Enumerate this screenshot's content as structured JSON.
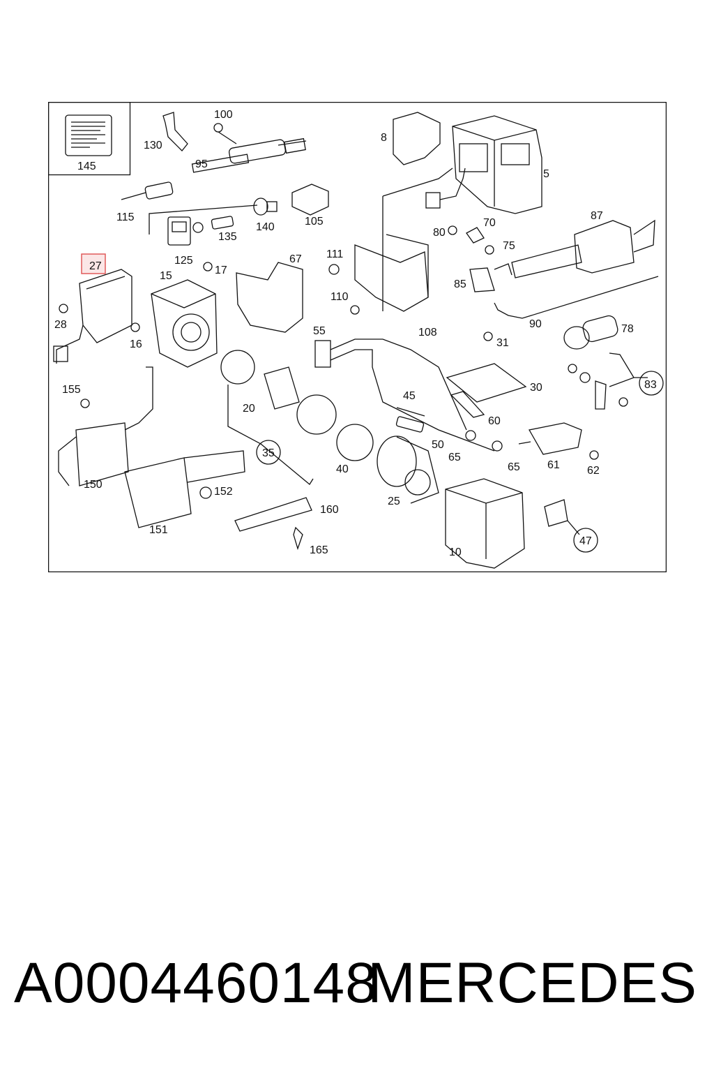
{
  "diagram": {
    "highlight_color": "#e05a5a",
    "callouts": [
      {
        "id": "c145",
        "text": "145"
      },
      {
        "id": "c130",
        "text": "130"
      },
      {
        "id": "c100",
        "text": "100"
      },
      {
        "id": "c95",
        "text": "95"
      },
      {
        "id": "c115",
        "text": "115"
      },
      {
        "id": "c125",
        "text": "125"
      },
      {
        "id": "c135",
        "text": "135"
      },
      {
        "id": "c140",
        "text": "140"
      },
      {
        "id": "c105",
        "text": "105"
      },
      {
        "id": "c8",
        "text": "8"
      },
      {
        "id": "c5",
        "text": "5"
      },
      {
        "id": "c87",
        "text": "87"
      },
      {
        "id": "c80",
        "text": "80"
      },
      {
        "id": "c70",
        "text": "70"
      },
      {
        "id": "c75",
        "text": "75"
      },
      {
        "id": "c85",
        "text": "85"
      },
      {
        "id": "c90",
        "text": "90"
      },
      {
        "id": "c78",
        "text": "78"
      },
      {
        "id": "c27",
        "text": "27"
      },
      {
        "id": "c15",
        "text": "15"
      },
      {
        "id": "c17",
        "text": "17"
      },
      {
        "id": "c67",
        "text": "67"
      },
      {
        "id": "c111",
        "text": "111"
      },
      {
        "id": "c110",
        "text": "110"
      },
      {
        "id": "c108",
        "text": "108"
      },
      {
        "id": "c28",
        "text": "28"
      },
      {
        "id": "c16",
        "text": "16"
      },
      {
        "id": "c55",
        "text": "55"
      },
      {
        "id": "c31",
        "text": "31"
      },
      {
        "id": "c83",
        "text": "83"
      },
      {
        "id": "c30",
        "text": "30"
      },
      {
        "id": "c155",
        "text": "155"
      },
      {
        "id": "c20",
        "text": "20"
      },
      {
        "id": "c45",
        "text": "45"
      },
      {
        "id": "c60",
        "text": "60"
      },
      {
        "id": "c50",
        "text": "50"
      },
      {
        "id": "c35",
        "text": "35"
      },
      {
        "id": "c65a",
        "text": "65"
      },
      {
        "id": "c65b",
        "text": "65"
      },
      {
        "id": "c61",
        "text": "61"
      },
      {
        "id": "c62",
        "text": "62"
      },
      {
        "id": "c150",
        "text": "150"
      },
      {
        "id": "c40",
        "text": "40"
      },
      {
        "id": "c152",
        "text": "152"
      },
      {
        "id": "c25",
        "text": "25"
      },
      {
        "id": "c160",
        "text": "160"
      },
      {
        "id": "c151",
        "text": "151"
      },
      {
        "id": "c165",
        "text": "165"
      },
      {
        "id": "c10",
        "text": "10"
      },
      {
        "id": "c47",
        "text": "47"
      }
    ]
  },
  "footer": {
    "part_number": "A0004460148",
    "brand": "MERCEDES"
  }
}
